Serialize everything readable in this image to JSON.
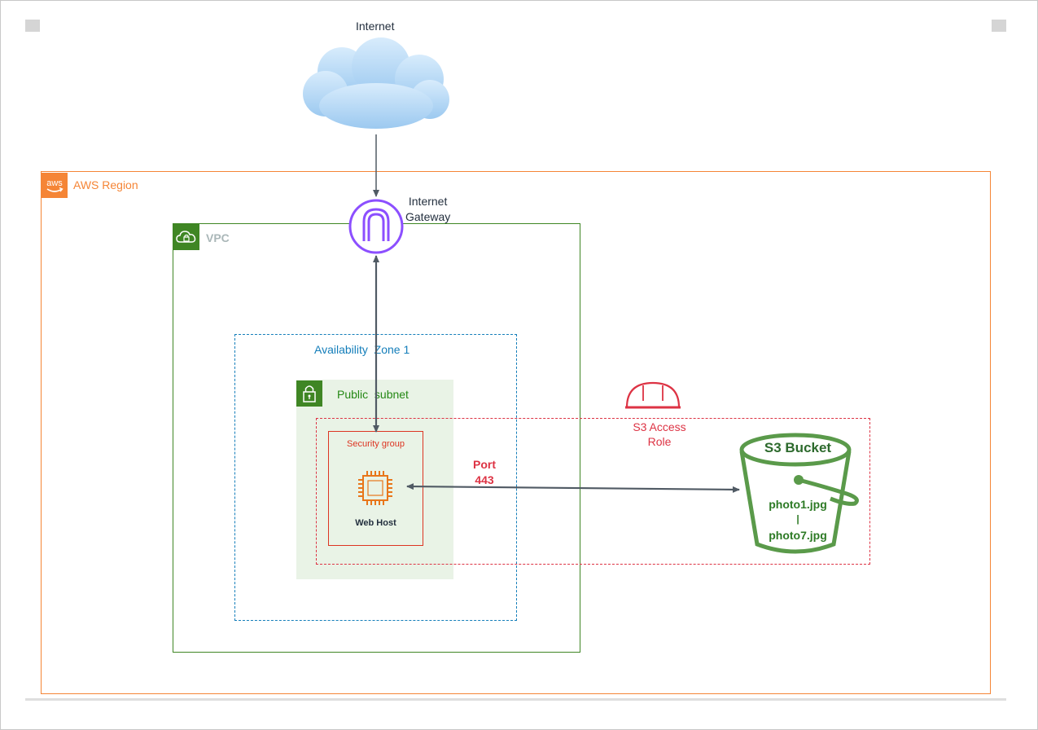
{
  "diagram": {
    "internet": {
      "label": "Internet"
    },
    "region": {
      "label": "AWS Region",
      "badge_text": "aws"
    },
    "vpc": {
      "label": "VPC"
    },
    "internet_gateway": {
      "label_line1": "Internet",
      "label_line2": "Gateway"
    },
    "availability_zone": {
      "label": "Availability  Zone 1"
    },
    "subnet": {
      "label": "Public  subnet"
    },
    "security_group": {
      "label": "Security group"
    },
    "web_host": {
      "label": "Web Host"
    },
    "s3_role": {
      "label_line1": "S3 Access",
      "label_line2": "Role"
    },
    "connection": {
      "label_line1": "Port",
      "label_line2": "443"
    },
    "s3_bucket": {
      "title": "S3 Bucket",
      "files": [
        "photo1.jpg",
        "photo7.jpg"
      ],
      "separator": "|"
    }
  },
  "colors": {
    "region": "#f58536",
    "vpc": "#3f8624",
    "availability_zone": "#147eba",
    "subnet_fill": "#e9f3e6",
    "security_group": "#dd3522",
    "role": "#dd3344",
    "gateway": "#8c4fff",
    "bucket": "#5a9a4a",
    "cloud": "#9cc9f0",
    "arrow": "#505a64"
  },
  "icons": {
    "cloud": "cloud-icon",
    "region_badge": "aws-logo-icon",
    "vpc_badge": "cloud-lock-icon",
    "subnet_badge": "padlock-icon",
    "gateway": "internet-gateway-icon",
    "web_host": "ec2-chip-icon",
    "role": "helmet-icon",
    "bucket": "s3-bucket-icon"
  }
}
